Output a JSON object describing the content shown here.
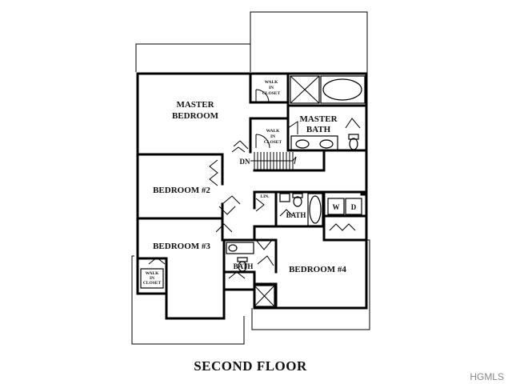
{
  "plan": {
    "title": "SECOND FLOOR",
    "watermark": "HGMLS",
    "rooms": {
      "master_bedroom": [
        "MASTER",
        "BEDROOM"
      ],
      "master_bath": [
        "MASTER",
        "BATH"
      ],
      "bedroom2": "BEDROOM #2",
      "bedroom3": "BEDROOM #3",
      "bedroom4": "BEDROOM #4",
      "bath_hall": "BATH",
      "bath_small": "BATH",
      "walk_in_closet_1": [
        "WALK",
        "IN",
        "CLOSET"
      ],
      "walk_in_closet_2": [
        "WALK",
        "IN",
        "CLOSET"
      ],
      "walk_in_closet_3": [
        "WALK",
        "IN",
        "CLOSET"
      ],
      "linen": "LIN.",
      "washer": "W",
      "dryer": "D",
      "stair_down": "DN"
    }
  }
}
